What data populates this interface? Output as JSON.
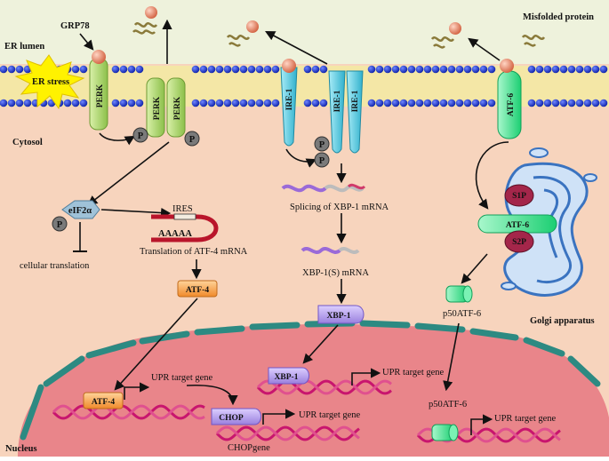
{
  "labels": {
    "er_lumen": "ER lumen",
    "grp78": "GRP78",
    "er_stress": "ER stress",
    "misfolded_protein": "Misfolded protein",
    "cytosol": "Cytosol",
    "perk": "PERK",
    "ire1": "IRE-1",
    "atf6": "ATF-6",
    "p": "P",
    "eif2a": "eIF2α",
    "cellular_translation": "cellular translation",
    "ires": "IRES",
    "aaaaa": "AAAAA",
    "translation_atf4": "Translation  of ATF-4 mRNA",
    "atf4": "ATF-4",
    "splicing_xbp1": "Splicing  of XBP-1 mRNA",
    "xbp1s_mrna": "XBP-1(S) mRNA",
    "xbp1": "XBP-1",
    "s1p": "S1P",
    "s2p": "S2P",
    "p50atf6": "p50ATF-6",
    "golgi": "Golgi apparatus",
    "upr_target_gene": "UPR target gene",
    "chop": "CHOP",
    "chop_gene": "CHOPgene",
    "nucleus": "Nucleus"
  },
  "colors": {
    "er_lumen": "#eef2dc",
    "cytosol": "#f7d4bd",
    "membrane_bead": "#1a2fc9",
    "nucleus": "#e9858a",
    "nuclear_envelope": "#2d8a82",
    "perk": "#a9d46b",
    "ire1": "#5fc8dc",
    "atf6": "#3de08c",
    "phospho": "#7a7a7a",
    "golgi": "#4c8fd6",
    "atf4_box": "#f7a24a",
    "xbp1_box": "#b49ee6",
    "chop_box": "#a692d8",
    "dna": "#c8156e",
    "protein_ball": "#e27d62"
  }
}
